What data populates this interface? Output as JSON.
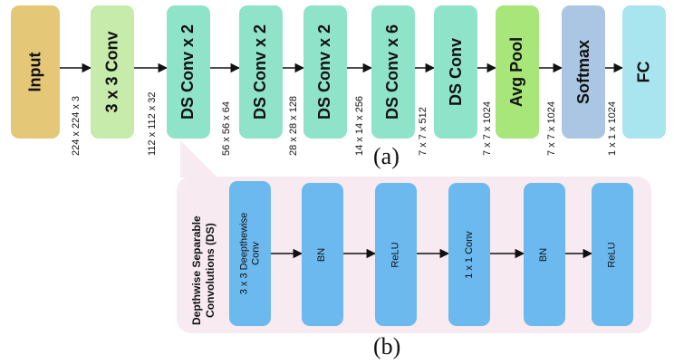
{
  "colors": {
    "input": "#e5c877",
    "conv3": "#c6ebaa",
    "ds": "#8fe3c8",
    "avgpool": "#a8e67a",
    "softmax": "#aac6e3",
    "fc": "#a9e5ee",
    "ds_block": "#6bb9ef",
    "panel": "#f7eaf1"
  },
  "main_blocks": [
    {
      "label": "Input",
      "color": "input"
    },
    {
      "label": "3 x 3 Conv",
      "color": "conv3"
    },
    {
      "label": "DS Conv x 2",
      "color": "ds"
    },
    {
      "label": "DS Conv x 2",
      "color": "ds"
    },
    {
      "label": "DS Conv x 2",
      "color": "ds"
    },
    {
      "label": "DS Conv x 6",
      "color": "ds"
    },
    {
      "label": "DS Conv",
      "color": "ds"
    },
    {
      "label": "Avg Pool",
      "color": "avgpool"
    },
    {
      "label": "Softmax",
      "color": "softmax"
    },
    {
      "label": "FC",
      "color": "fc"
    }
  ],
  "dimensions": [
    "224 x 224 x 3",
    "112 x 112 x 32",
    "56 x 56 x 64",
    "28 x 28 x 128",
    "14 x 14 x 256",
    "7 x 7 x 512",
    "7 x 7 x 1024",
    "7 x 7 x 1024",
    "1 x 1 x 1024"
  ],
  "caption_a": "(a)",
  "ds_panel": {
    "title_line1": "Depthwise Separable",
    "title_line2": "Convolutions (DS)",
    "blocks": [
      {
        "line1": "3 x 3 Deepthewise",
        "line2": "Conv"
      },
      {
        "line1": "BN",
        "line2": ""
      },
      {
        "line1": "ReLU",
        "line2": ""
      },
      {
        "line1": "1 x 1 Conv",
        "line2": ""
      },
      {
        "line1": "BN",
        "line2": ""
      },
      {
        "line1": "ReLU",
        "line2": ""
      }
    ]
  },
  "caption_b": "(b)"
}
